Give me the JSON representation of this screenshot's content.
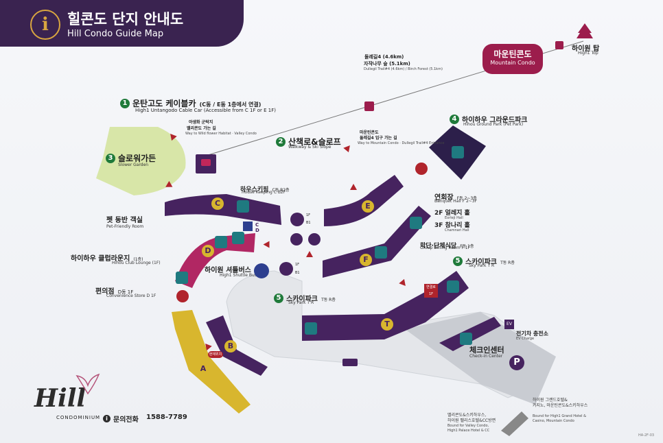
{
  "header": {
    "title_ko": "힐콘도 단지 안내도",
    "title_en": "Hill Condo Guide Map",
    "info_icon": "i"
  },
  "places": {
    "mountain_condo_ko": "마운틴콘도",
    "mountain_condo_en": "Mountain Condo",
    "high_top_ko": "하이원 탑",
    "high_top_en": "High1 Top",
    "trail_ko_1": "둘레길4 (4.6km)",
    "trail_ko_2": "자작나무 숲 (5.1km)",
    "trail_en": "Dullegil Trail#4 (4.6km) / Birch Forest (5.1km)",
    "cable_car_ko": "운탄고도 케이블카",
    "cable_car_ko_note": "(C동 / E동 1층에서 연결)",
    "cable_car_en": "High1 Untangodo Cable Car (Accessible from C 1F or E 1F)",
    "wildflower_ko_1": "야생화 군락지",
    "wildflower_ko_2": "밸리콘도 가는 길",
    "wildflower_en": "Way to Wild flower Habitat · Valley Condo",
    "walkway_ko": "산책로&슬로프",
    "walkway_en": "Walkway & Ski Slope",
    "mc_trail_ko_1": "마운틴콘도",
    "mc_trail_ko_2": "둘레길4 입구 가는 길",
    "mc_trail_en": "Way to Mountain Condo · Dullegil Trail#4 Entrance",
    "slow_garden_ko": "슬로워가든",
    "slow_garden_en": "Slower Garden",
    "ground_park_ko": "하이하우 그라운드파크",
    "ground_park_en": "Hihou Ground Park (Pet Park)",
    "housekeeping_ko": "하우스키핑",
    "housekeeping_ko_note": "C동 B2층",
    "housekeeping_en": "House Keeping C B2F",
    "banquet_ko": "연회장",
    "banquet_ko_note": "F동 2~3층",
    "banquet_en": "Banquet Hall F 2~3F",
    "emerald_ko": "2F 얼레지 홀",
    "emerald_en": "Eorleji Hall",
    "chamnari_ko": "3F 참나리 홀",
    "chamnari_en": "Chamnari Hall",
    "pet_room_ko": "펫 동반 객실",
    "pet_room_en": "Pet-Friendly Room",
    "group_dining_ko": "학단·단체식당",
    "group_dining_ko_note": "F동 1층",
    "group_dining_en": "Group Dining Room F 1F",
    "club_lounge_ko": "하이하우 클럽라운지",
    "club_lounge_ko_note": "(1층)",
    "club_lounge_en": "Hihou Club Lounge (1F)",
    "shuttle_ko": "하이원 셔틀버스",
    "shuttle_en": "High1 Shuttle Bus",
    "sky_park_ko": "스카이파크",
    "sky_park_ko_note": "T동 R층",
    "sky_park_en": "Sky Park T R",
    "convenience_ko": "편의점",
    "convenience_ko_note": "D동 1F",
    "convenience_en": "Convenience Store D 1F",
    "ev_ko": "전기차 충전소",
    "ev_en": "EV Charge",
    "checkin_ko": "체크인센터",
    "checkin_en": "Check-in Center",
    "grand_hotel_ko_1": "하이원 그랜드호텔&",
    "grand_hotel_ko_2": "카지노, 마운틴콘도&스키하우스",
    "grand_hotel_en_1": "Bound for High1 Grand Hotel &",
    "grand_hotel_en_2": "Casino, Mountain Condo",
    "valley_ko_1": "밸리콘도&스키하우스,",
    "valley_ko_2": "하이원 팰리스호텔&CC방면",
    "valley_en_1": "Bound for Valley Condo,",
    "valley_en_2": "High1 Palace Hotel & CC",
    "entrance_sign": "현재위치",
    "parking_sign": "P",
    "ev_sign": "EV",
    "mountain_sign": "연결로 1F"
  },
  "numbers": {
    "n1": "1",
    "n2": "2",
    "n3": "3",
    "n4": "4",
    "n5": "5"
  },
  "buildings": {
    "A": "A",
    "B": "B",
    "C": "C",
    "D": "D",
    "E": "E",
    "F": "F",
    "T": "T"
  },
  "elevator_labels": {
    "c_1f": "C",
    "c_b1": "D",
    "lift1_top": "1F",
    "lift1_bot": "B1",
    "lift2_top": "1F",
    "lift2_bot": "B1"
  },
  "footer": {
    "logo": "Hill",
    "logo_sub": "CONDOMINIUM",
    "phone_label": "문의전화",
    "phone": "1588-7789",
    "code": "HA-2F-03"
  },
  "colors": {
    "header": "#3a2350",
    "building": "#46235f",
    "green_badge": "#1f7a3a",
    "mountain": "#9c1d4c",
    "garden": "#d8e6a8",
    "yellow": "#d8b62e",
    "red_icon": "#b0242c"
  }
}
